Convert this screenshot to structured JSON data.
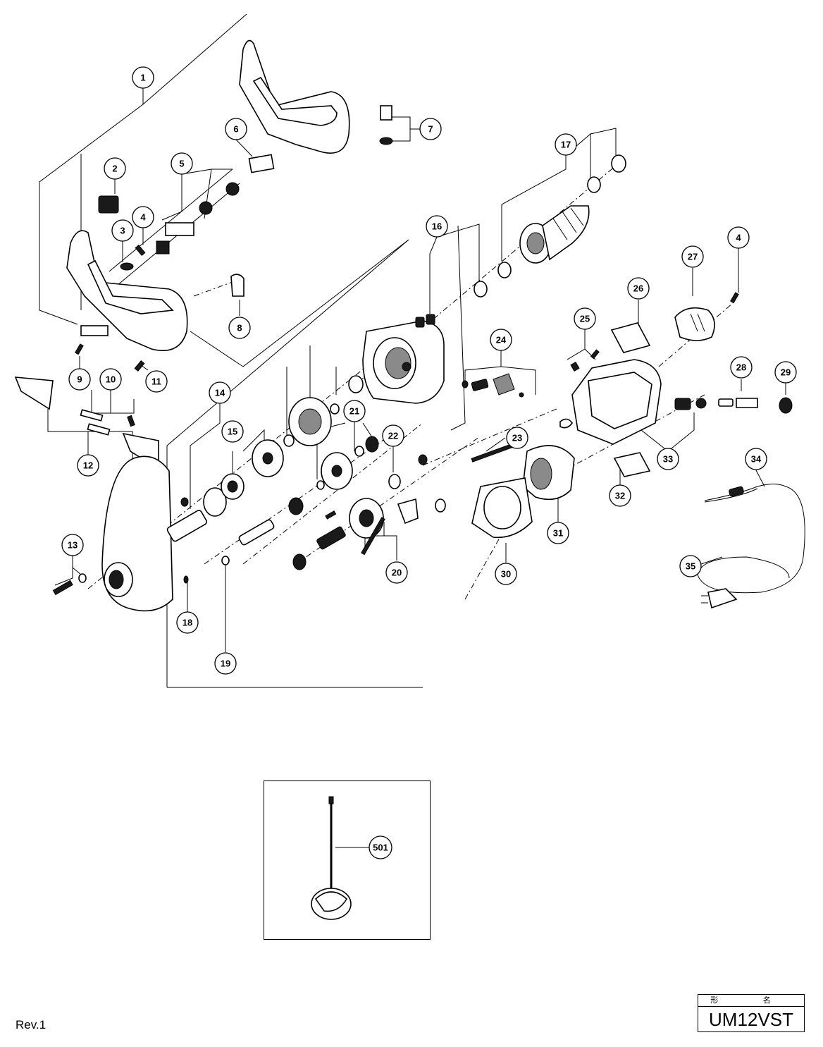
{
  "parts": {
    "p1": "1",
    "p2": "2",
    "p3": "3",
    "p4a": "4",
    "p5": "5",
    "p6": "6",
    "p7": "7",
    "p8": "8",
    "p9": "9",
    "p10": "10",
    "p11": "11",
    "p12": "12",
    "p13": "13",
    "p14": "14",
    "p15": "15",
    "p16": "16",
    "p17": "17",
    "p18": "18",
    "p19": "19",
    "p20": "20",
    "p21": "21",
    "p22": "22",
    "p23": "23",
    "p24": "24",
    "p25": "25",
    "p26": "26",
    "p27": "27",
    "p4b": "4",
    "p28": "28",
    "p29": "29",
    "p30": "30",
    "p31": "31",
    "p32": "32",
    "p33": "33",
    "p34": "34",
    "p35": "35",
    "p501": "501"
  },
  "revision": "Rev.1",
  "model_header": "形 名",
  "model": "UM12VST"
}
